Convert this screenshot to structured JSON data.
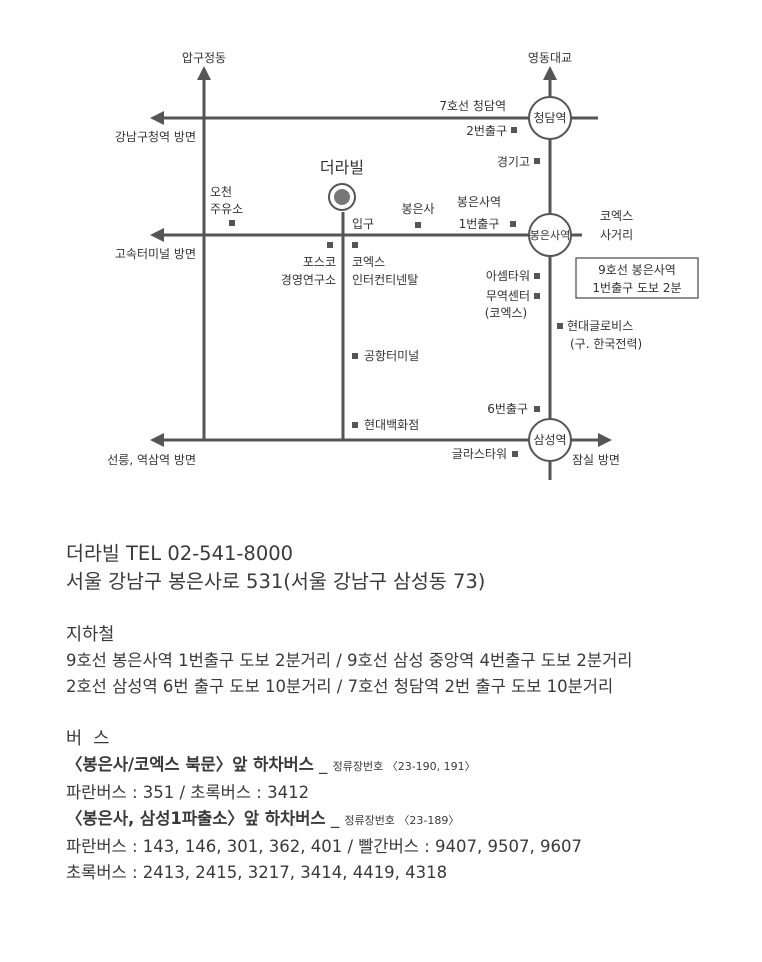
{
  "map": {
    "place_name": "더라빌",
    "entrance": "입구",
    "directions": {
      "north": "압구정동",
      "northeast": "영동대교",
      "west_upper": "강남구청역 방면",
      "west_middle": "고속터미널 방면",
      "west_lower": "선릉, 역삼역 방면",
      "east_lower": "잠실 방면"
    },
    "stations": [
      {
        "name": "청담역",
        "line_label": "7호선 청담역",
        "exit_label": "2번출구"
      },
      {
        "name": "봉은사역",
        "line_label_1": "봉은사역",
        "line_label_2": "1번출구"
      },
      {
        "name": "삼성역",
        "exit_label": "6번출구"
      }
    ],
    "landmarks": {
      "gas_station_1": "오천",
      "gas_station_2": "주유소",
      "temple": "봉은사",
      "kyunggi_high": "경기고",
      "posco_1": "포스코",
      "posco_2": "경영연구소",
      "coex_ic_1": "코엑스",
      "coex_ic_2": "인터컨티넨탈",
      "coex_crossroad_1": "코엑스",
      "coex_crossroad_2": "사거리",
      "asem_tower": "아셈타워",
      "trade_center_1": "무역센터",
      "trade_center_2": "(코엑스)",
      "hyundai_glovis_1": "현대글로비스",
      "hyundai_glovis_2": "(구. 한국전력)",
      "airport_terminal": "공항터미널",
      "hyundai_dept": "현대백화점",
      "glass_tower": "글라스타워"
    },
    "note_box": {
      "line1": "9호선 봉은사역",
      "line2": "1번출구 도보 2분"
    }
  },
  "info": {
    "contact": "더라빌 TEL 02-541-8000",
    "address": "서울 강남구 봉은사로 531(서울 강남구 삼성동 73)",
    "subway_title": "지하철",
    "subway_lines": [
      "9호선 봉은사역 1번출구 도보 2분거리 / 9호선 삼성 중앙역 4번출구 도보 2분거리",
      "2호선 삼성역 6번 출구 도보 10분거리 / 7호선 청담역 2번 출구 도보 10분거리"
    ],
    "bus_title": "버  스",
    "stop1_label": "〈봉은사/코엑스 북문〉앞 하차버스",
    "stop1_sep": " _ ",
    "stop1_id": "정류장번호 〈23-190, 191〉",
    "stop1_buses": "파란버스 : 351 / 초록버스 : 3412",
    "stop2_label": "〈봉은사, 삼성1파출소〉앞 하차버스",
    "stop2_sep": " _ ",
    "stop2_id": "정류장번호 〈23-189〉",
    "stop2_buses_1": "파란버스 : 143, 146, 301, 362, 401 / 빨간버스 : 9407, 9507, 9607",
    "stop2_buses_2": "초록버스 : 2413, 2415, 3217, 3414, 4419, 4318"
  }
}
